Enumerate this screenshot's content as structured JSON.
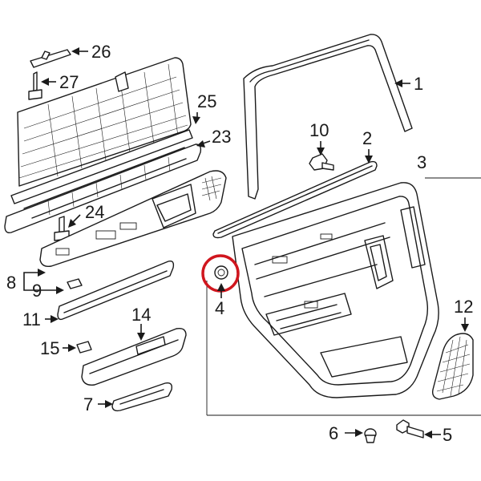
{
  "diagram": {
    "highlight_color": "#d0161e",
    "line_color": "#1a1a1a",
    "highlighted_callout": "4",
    "callouts": [
      {
        "id": "c1",
        "label": "1"
      },
      {
        "id": "c2",
        "label": "2"
      },
      {
        "id": "c3",
        "label": "3"
      },
      {
        "id": "c4",
        "label": "4"
      },
      {
        "id": "c5",
        "label": "5"
      },
      {
        "id": "c6",
        "label": "6"
      },
      {
        "id": "c7",
        "label": "7"
      },
      {
        "id": "c8",
        "label": "8"
      },
      {
        "id": "c9",
        "label": "9"
      },
      {
        "id": "c10",
        "label": "10"
      },
      {
        "id": "c11",
        "label": "11"
      },
      {
        "id": "c12",
        "label": "12"
      },
      {
        "id": "c14",
        "label": "14"
      },
      {
        "id": "c15",
        "label": "15"
      },
      {
        "id": "c23",
        "label": "23"
      },
      {
        "id": "c24",
        "label": "24"
      },
      {
        "id": "c25",
        "label": "25"
      },
      {
        "id": "c26",
        "label": "26"
      },
      {
        "id": "c27",
        "label": "27"
      }
    ]
  }
}
